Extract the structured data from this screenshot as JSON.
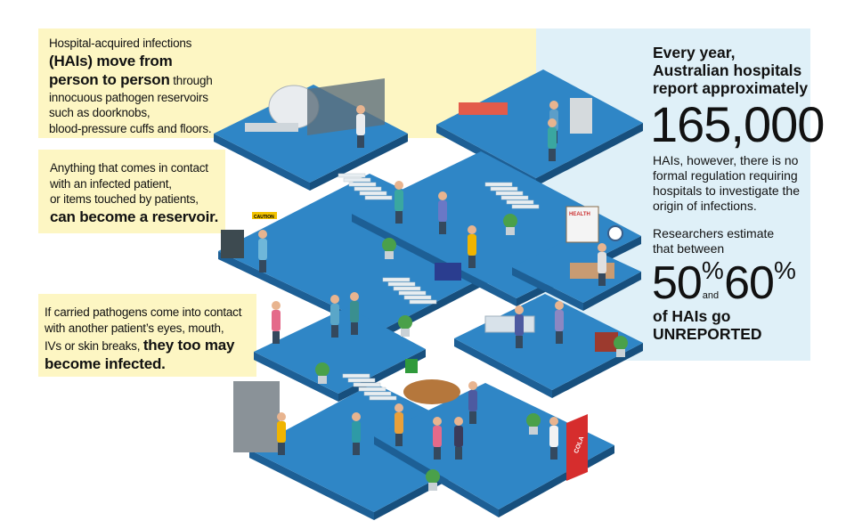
{
  "left_panels": [
    {
      "pre": "Hospital-acquired infections",
      "bold": "(HAIs) move from person to person",
      "bold_line1": "(HAIs) move from",
      "bold_line2": "person to person",
      "post": "through",
      "rest_lines": [
        "innocuous pathogen reservoirs",
        "such as doorknobs,",
        "blood-pressure cuffs and floors."
      ]
    },
    {
      "lines": [
        "Anything that comes in contact",
        "with an infected patient,",
        "or items touched by patients,"
      ],
      "bold": "can become a reservoir."
    },
    {
      "lines": [
        "If carried pathogens come into contact",
        "with another patient’s eyes, mouth,"
      ],
      "line3_pre": "IVs or skin breaks,",
      "bold1": "they too may",
      "bold2": "become infected."
    }
  ],
  "right_panel": {
    "heading_lines": [
      "Every year,",
      "Australian hospitals",
      "report approximately"
    ],
    "big_number": "165,000",
    "body_lines": [
      "HAIs, however, there is no",
      "formal regulation requiring",
      "hospitals to investigate the",
      "origin of infections."
    ],
    "estimate_lines": [
      "Researchers estimate",
      "that between"
    ],
    "low": "50",
    "high": "60",
    "percent": "%",
    "and": "and",
    "closing_lines": [
      "of HAIs go",
      "UNREPORTED"
    ]
  },
  "illustration": {
    "signs": {
      "caution": "CAUTION",
      "health": "HEALTH",
      "cola": "COLA"
    }
  },
  "colors": {
    "yellow": "#fdf6c3",
    "light_blue": "#dff0f8",
    "floor": "#2f86c6",
    "floor_side": "#1d5f95"
  }
}
